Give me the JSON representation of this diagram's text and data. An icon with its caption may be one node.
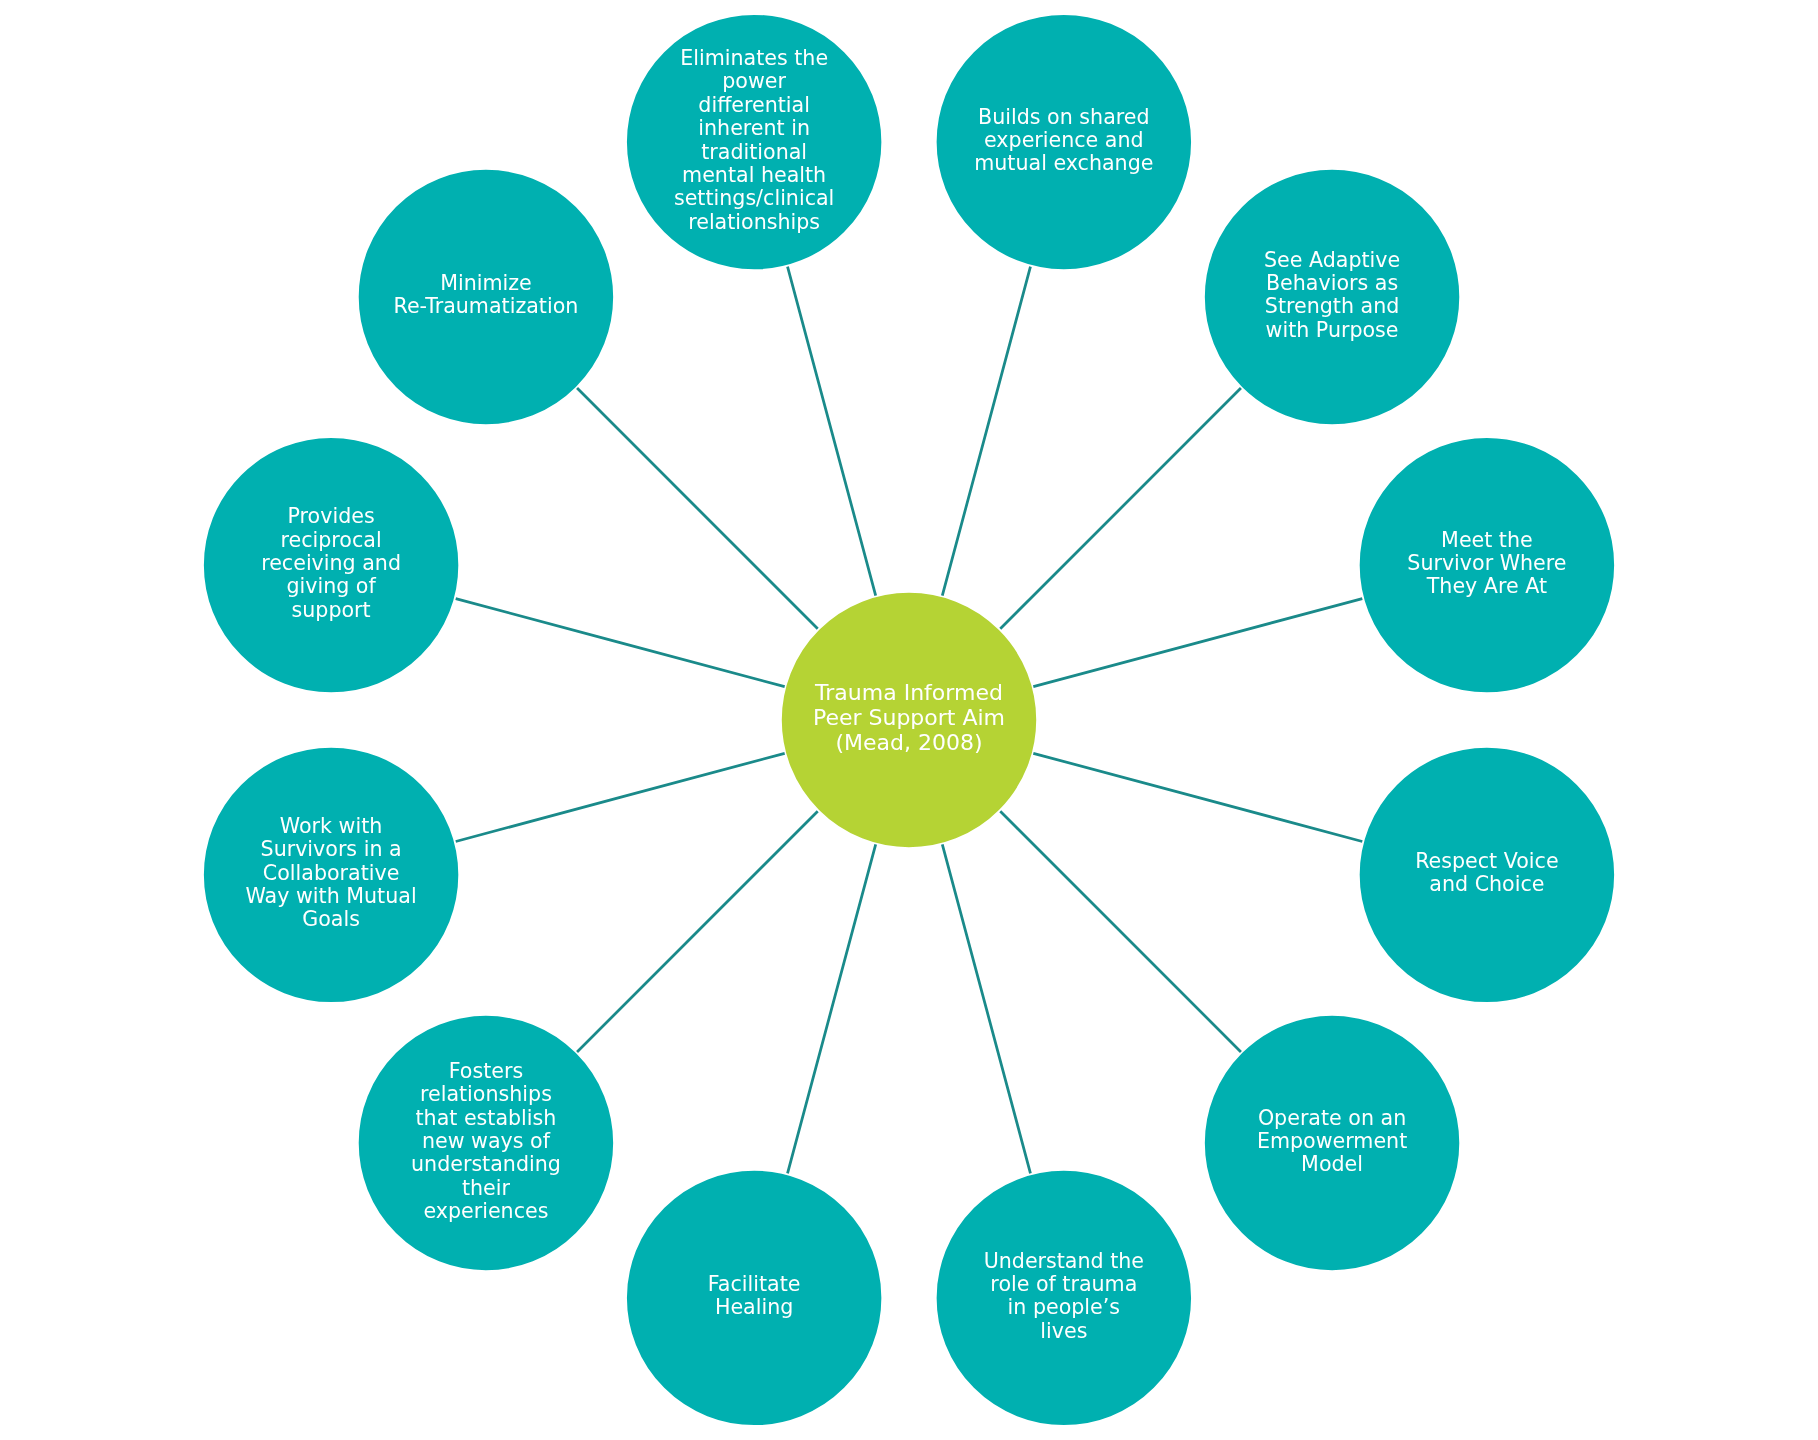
{
  "diagram": {
    "nodes": [
      {
        "text": [
          "Trauma Informed Peer Support Aim",
          "(Mead, 2008)"
        ]
      },
      {
        "text": [
          "Meet the Survivor Where They Are At"
        ]
      },
      {
        "text": [
          "See Adaptive Behaviors as Strength and with Purpose"
        ]
      },
      {
        "text": [
          "Builds on shared experience and mutual exchange"
        ]
      },
      {
        "text": [
          "Eliminates the power differential inherent in traditional mental health settings/clinical relationships"
        ]
      },
      {
        "text": [
          "Minimize Re-Traumatization"
        ]
      },
      {
        "text": [
          "Provides reciprocal receiving and giving of support"
        ]
      },
      {
        "text": [
          "Work with Survivors in a Collaborative Way with Mutual Goals"
        ]
      },
      {
        "text": [
          "Fosters relationships that establish new ways of understanding their experiences"
        ]
      },
      {
        "text": [
          "Facilitate Healing"
        ]
      },
      {
        "text": [
          "Understand the role of trauma in people’s lives"
        ]
      },
      {
        "text": [
          "Operate on an Empowerment Model"
        ]
      },
      {
        "text": [
          "Respect Voice and Choice"
        ]
      }
    ],
    "edges": [
      {
        "from": 0,
        "to": 1,
        "arrow": "none"
      },
      {
        "from": 0,
        "to": 2,
        "arrow": "none"
      },
      {
        "from": 0,
        "to": 3,
        "arrow": "none"
      },
      {
        "from": 0,
        "to": 4,
        "arrow": "none"
      },
      {
        "from": 0,
        "to": 6,
        "arrow": "none"
      },
      {
        "from": 0,
        "to": 8,
        "arrow": "none"
      },
      {
        "from": 0,
        "to": 11,
        "arrow": "none"
      },
      {
        "from": 0,
        "to": 10,
        "arrow": "none"
      },
      {
        "from": 0,
        "to": 9,
        "arrow": "none"
      },
      {
        "from": 0,
        "to": 12,
        "arrow": "none"
      },
      {
        "from": 0,
        "to": 7,
        "arrow": "none"
      },
      {
        "from": 0,
        "to": 5,
        "arrow": "none"
      }
    ]
  }
}
